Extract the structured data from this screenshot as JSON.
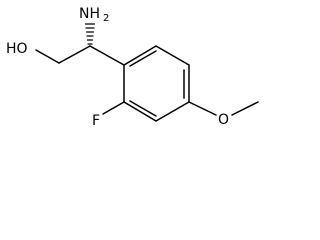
{
  "molecule": {
    "labels": {
      "amine": "NH",
      "amine_sub": "2",
      "hydroxyl": "HO",
      "fluorine": "F",
      "methoxy_oxygen": "O"
    }
  }
}
